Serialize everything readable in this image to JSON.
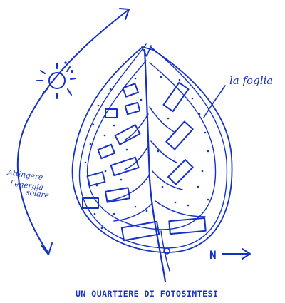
{
  "annotations": {
    "leaf_label": "la foglia",
    "energy_label_line1": "Attingere",
    "energy_label_line2": "l'energia",
    "energy_label_line3": "solare",
    "direction_label": "N",
    "caption": "UN QUARTIERE DI FOTOSINTESI"
  },
  "icons": [
    "sun-icon",
    "curved-arrow-icon",
    "north-arrow-icon"
  ],
  "colors": {
    "ink": "#1530c4",
    "paper": "#ffffff"
  }
}
